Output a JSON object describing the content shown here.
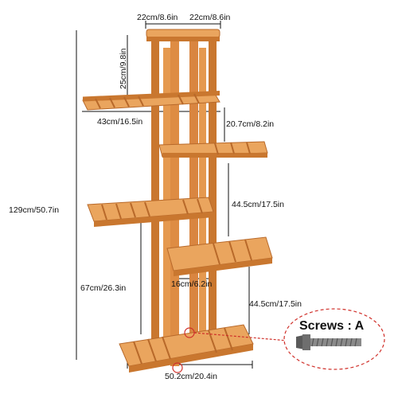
{
  "dimensions": {
    "top_left": "22cm/8.6in",
    "top_right": "22cm/8.6in",
    "top_height": "25cm/9.8in",
    "shelf1_width": "43cm/16.5in",
    "shelf2_width": "20.7cm/8.2in",
    "mid_gap_right": "44.5cm/17.5in",
    "total_height": "129cm/50.7in",
    "lower_left_height": "67cm/26.3in",
    "inner_width": "16cm/6.2in",
    "lower_gap_right": "44.5cm/17.5in",
    "base_width": "50.2cm/20.4in"
  },
  "callout": {
    "title": "Screws : A"
  },
  "colors": {
    "wood": "#d9893f",
    "wood_dark": "#b8692a",
    "wood_light": "#eaa55e",
    "line": "#111111",
    "callout": "#d0302a"
  }
}
